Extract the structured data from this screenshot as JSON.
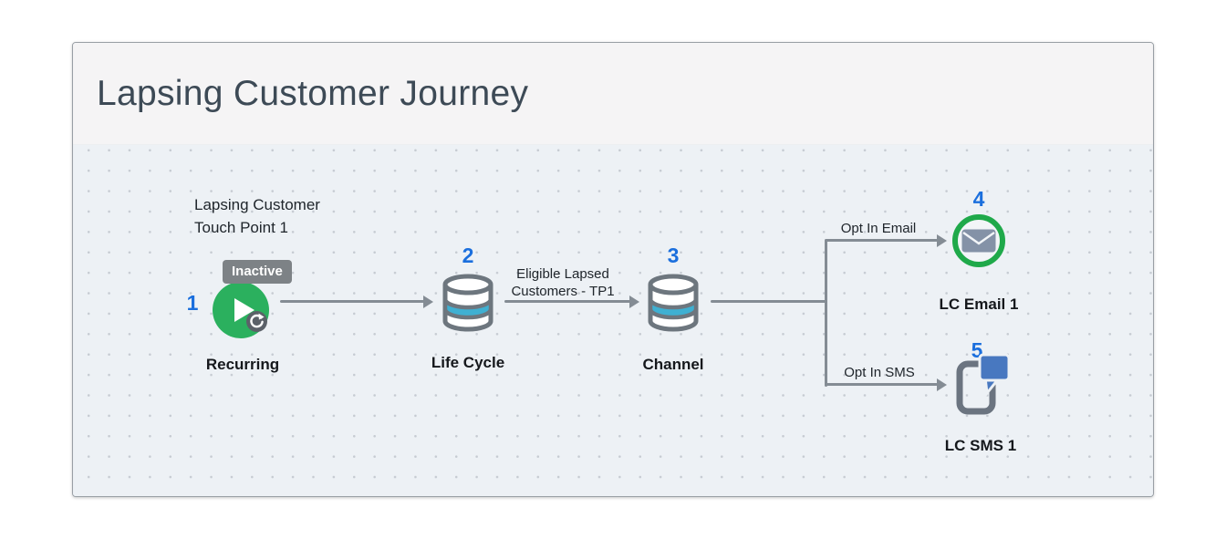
{
  "header": {
    "title": "Lapsing Customer Journey"
  },
  "canvas": {
    "entry_annotation": {
      "line1": "Lapsing Customer",
      "line2": "Touch Point 1"
    },
    "nodes": [
      {
        "number": "1",
        "label": "Recurring",
        "icon": "play-repeat-icon",
        "status_badge": "Inactive"
      },
      {
        "number": "2",
        "label": "Life Cycle",
        "icon": "database-icon"
      },
      {
        "number": "3",
        "label": "Channel",
        "icon": "database-icon"
      },
      {
        "number": "4",
        "label": "LC Email 1",
        "icon": "email-envelope-icon"
      },
      {
        "number": "5",
        "label": "LC SMS 1",
        "icon": "sms-phone-chat-icon"
      }
    ],
    "edges": [
      {
        "from": "1",
        "to": "2"
      },
      {
        "from": "2",
        "to": "3",
        "label_line1": "Eligible Lapsed",
        "label_line2": "Customers - TP1"
      },
      {
        "from": "3",
        "to": "4",
        "label": "Opt In Email"
      },
      {
        "from": "3",
        "to": "5",
        "label": "Opt In SMS"
      }
    ],
    "colors": {
      "number_blue": "#1b6fdd",
      "entry_green": "#2bb05e",
      "email_ring_green": "#1fa94a",
      "cylinder_teal": "#3fb0d2",
      "sms_bubble_blue": "#4878c0",
      "connector_gray": "#848c94",
      "badge_gray": "#7d8286",
      "header_bg": "#f5f4f5",
      "canvas_bg": "#edf1f5"
    }
  }
}
